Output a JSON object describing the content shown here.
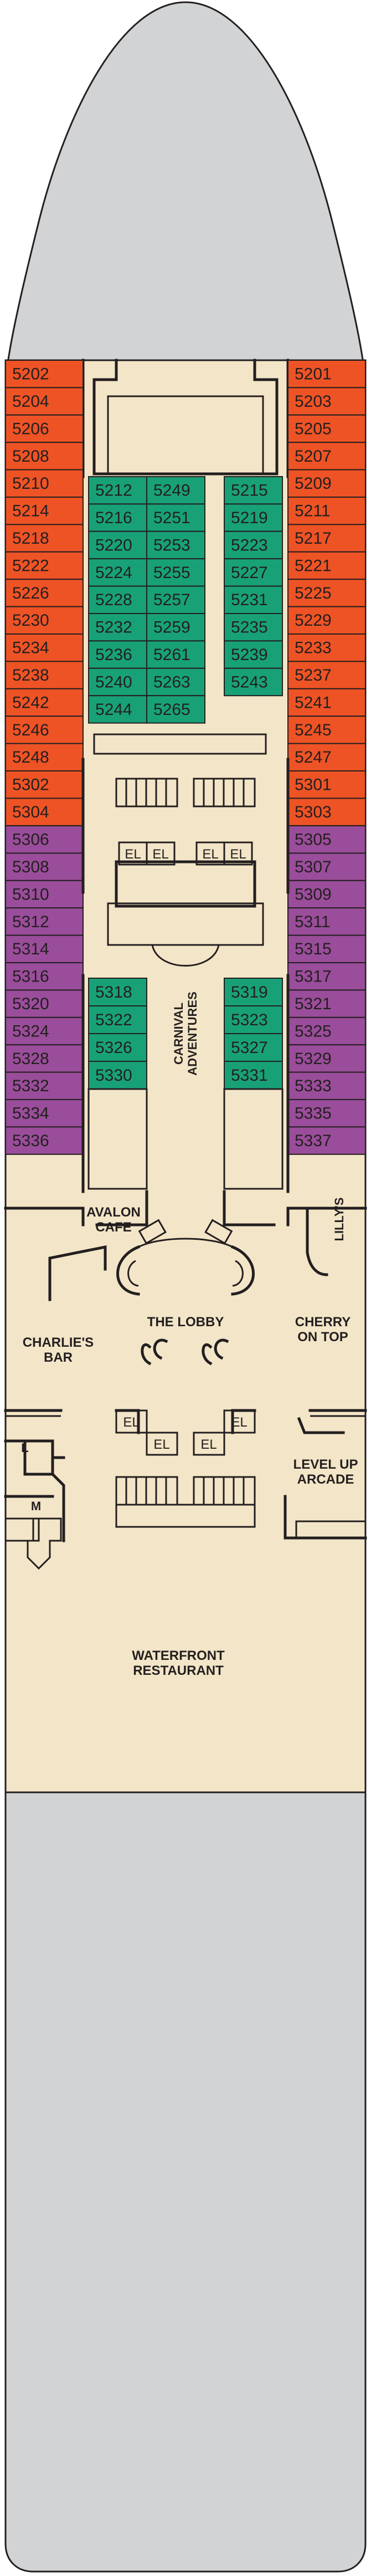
{
  "colors": {
    "hull": "#d1d3d4",
    "deck": "#f3e5c7",
    "orange": "#ee5325",
    "purple": "#9a4d9a",
    "green": "#18a177",
    "elevator": "#f3a9cf",
    "outline": "#231f20",
    "grey": "#c8c9cb"
  },
  "cabins": {
    "left_orange": [
      "5202",
      "5204",
      "5206",
      "5208",
      "5210",
      "5214",
      "5218",
      "5222",
      "5226",
      "5230",
      "5234",
      "5238",
      "5242",
      "5246",
      "5248",
      "5302",
      "5304"
    ],
    "left_purple": [
      "5306",
      "5308",
      "5310",
      "5312",
      "5314",
      "5316",
      "5320",
      "5324",
      "5328",
      "5332",
      "5334",
      "5336"
    ],
    "right_orange": [
      "5201",
      "5203",
      "5205",
      "5207",
      "5209",
      "5211",
      "5217",
      "5221",
      "5225",
      "5229",
      "5233",
      "5237",
      "5241",
      "5245",
      "5247",
      "5301",
      "5303"
    ],
    "right_purple": [
      "5305",
      "5307",
      "5309",
      "5311",
      "5315",
      "5317",
      "5321",
      "5325",
      "5329",
      "5333",
      "5335",
      "5337"
    ],
    "center_left_a": [
      "5212",
      "5216",
      "5220",
      "5224",
      "5228",
      "5232",
      "5236",
      "5240",
      "5244"
    ],
    "center_left_b": [
      "5249",
      "5251",
      "5253",
      "5255",
      "5257",
      "5259",
      "5261",
      "5263",
      "5265"
    ],
    "center_right": [
      "5215",
      "5219",
      "5223",
      "5227",
      "5231",
      "5235",
      "5239",
      "5243"
    ],
    "lower_left": [
      "5318",
      "5322",
      "5326",
      "5330"
    ],
    "lower_right": [
      "5319",
      "5323",
      "5327",
      "5331"
    ]
  },
  "elevator_label": "EL",
  "venues": {
    "carnival_1": "CARNIVAL",
    "carnival_2": "ADVENTURES",
    "avalon_1": "AVALON",
    "avalon_2": "CAFE",
    "lillys": "LILLY'S",
    "lobby": "THE LOBBY",
    "charlies_1": "CHARLIE'S",
    "charlies_2": "BAR",
    "cherry_1": "CHERRY",
    "cherry_2": "ON TOP",
    "levelup_1": "LEVEL UP",
    "levelup_2": "ARCADE",
    "waterfront_1": "WATERFRONT",
    "waterfront_2": "RESTAURANT",
    "restroom_l": "L",
    "restroom_m": "M"
  }
}
